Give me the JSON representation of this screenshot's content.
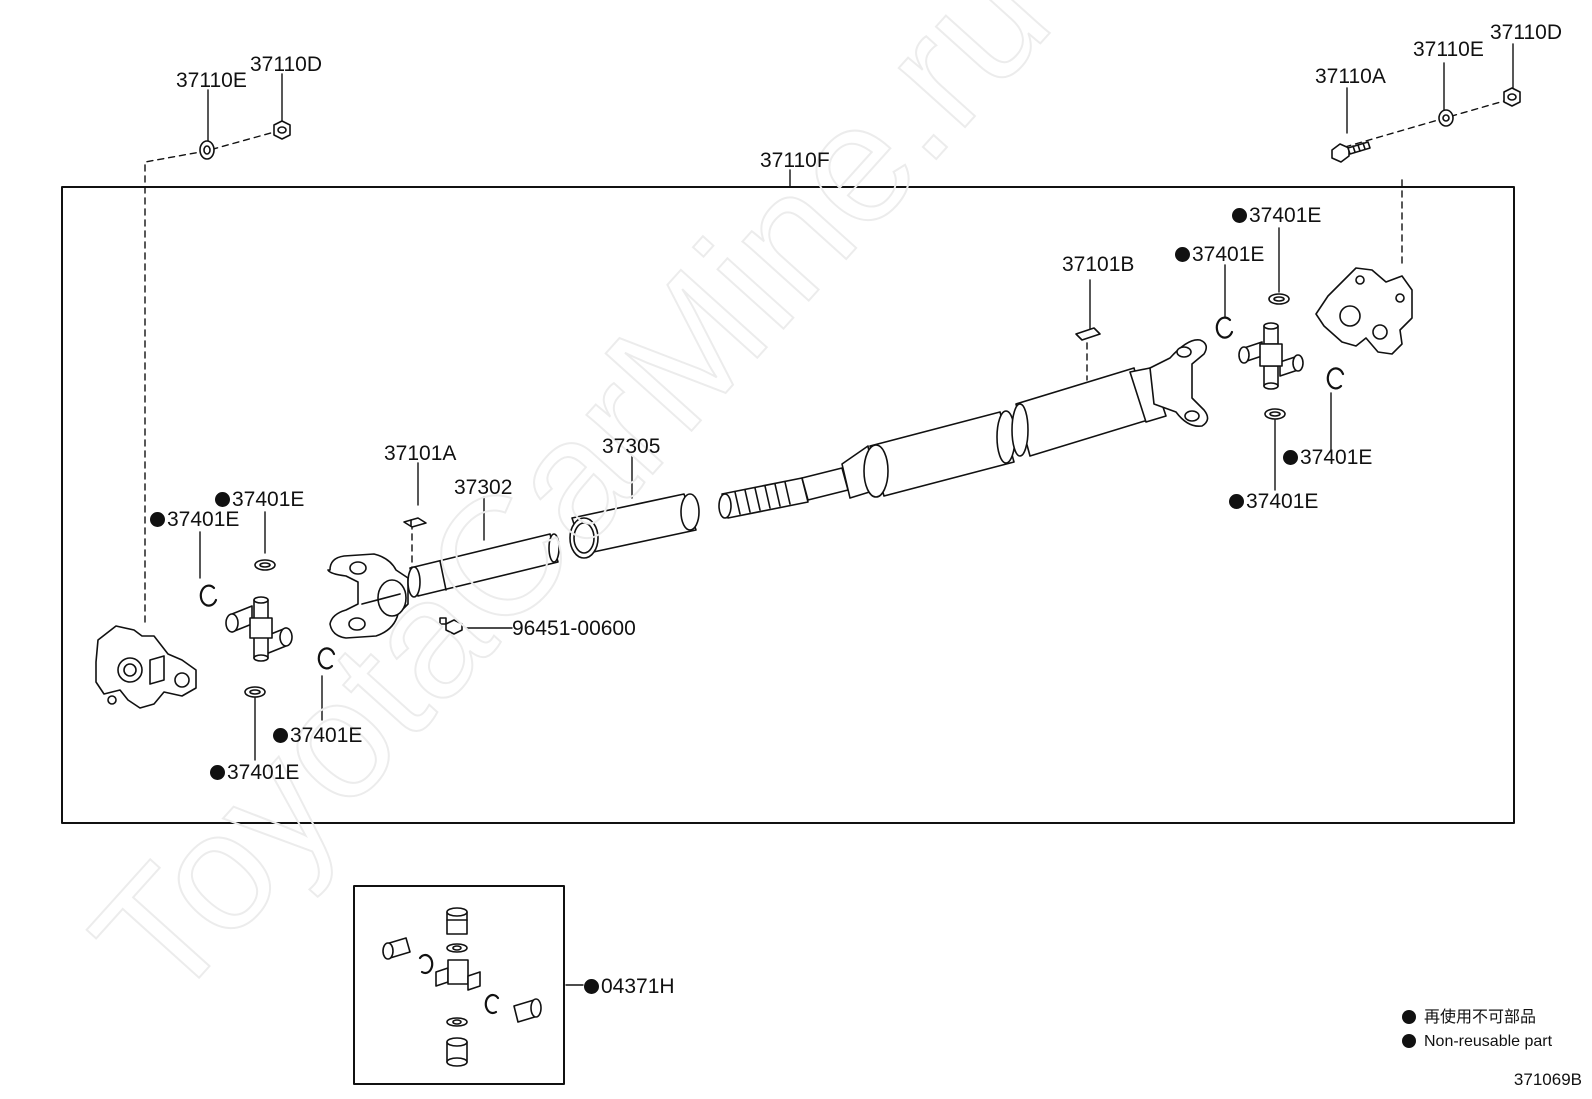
{
  "watermark": "ToyotaCarMine.ru",
  "labels": {
    "l_37110E_left": "37110E",
    "l_37110D_left": "37110D",
    "l_37110F": "37110F",
    "l_37110A": "37110A",
    "l_37110E_right": "37110E",
    "l_37110D_right": "37110D",
    "l_37401E_1": "37401E",
    "l_37401E_2": "37401E",
    "l_37401E_3": "37401E",
    "l_37401E_4": "37401E",
    "l_37401E_5": "37401E",
    "l_37401E_6": "37401E",
    "l_37401E_7": "37401E",
    "l_37401E_8": "37401E",
    "l_37101A": "37101A",
    "l_37302": "37302",
    "l_37305": "37305",
    "l_37101B": "37101B",
    "l_96451": "96451-00600",
    "l_04371H": "04371H"
  },
  "legend": {
    "line1": "再使用不可部品",
    "line2": "Non-reusable part"
  },
  "diagram_code": "371069B"
}
